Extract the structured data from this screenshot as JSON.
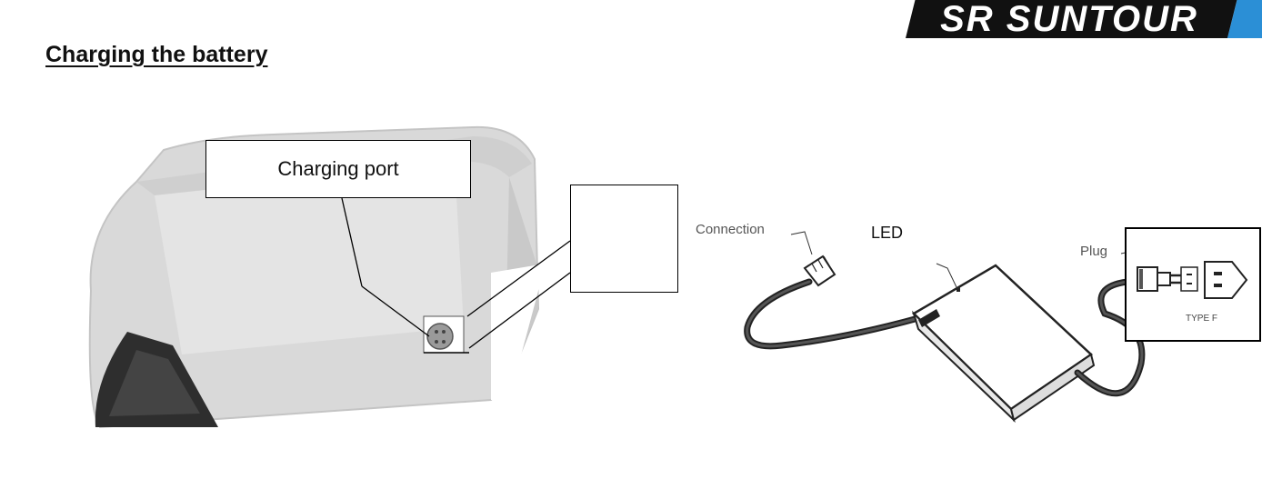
{
  "header": {
    "title": "Charging the battery",
    "logo_text": "SR SUNTOUR"
  },
  "diagram": {
    "callout_port": "Charging port",
    "label_connection": "Connection",
    "label_led": "LED",
    "label_plug": "Plug",
    "label_plug_type": "TYPE F"
  },
  "colors": {
    "brand_blue": "#2b8fd6",
    "logo_black": "#111111"
  }
}
